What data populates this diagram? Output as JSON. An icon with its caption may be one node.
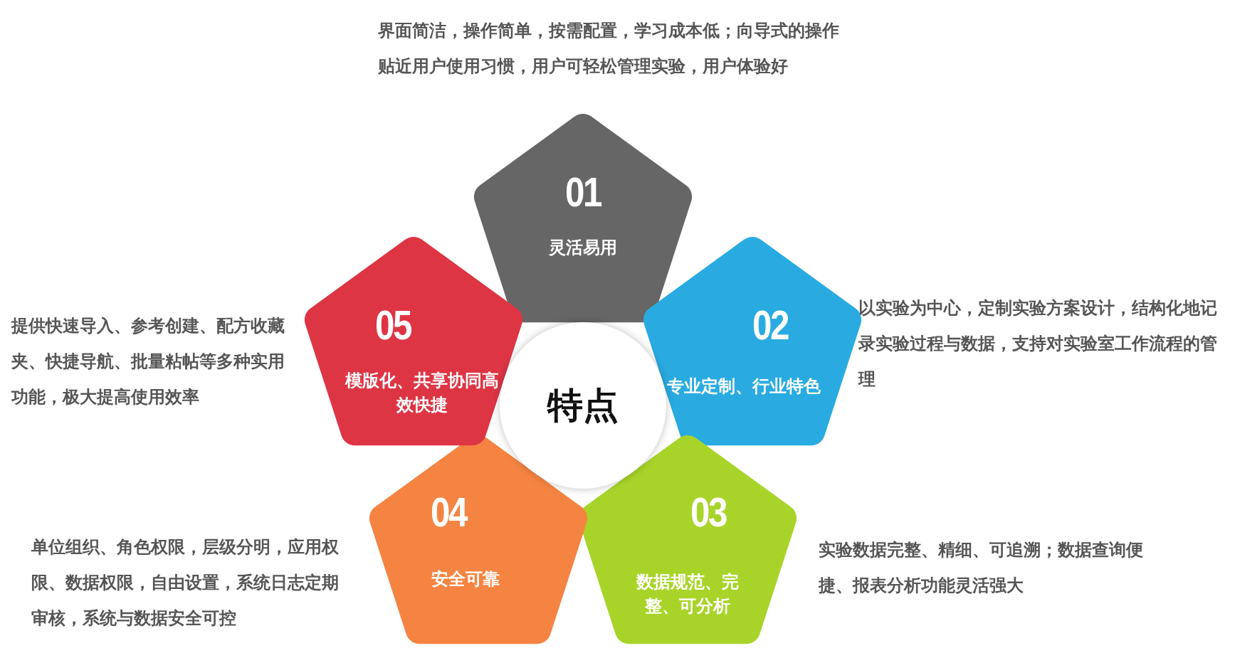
{
  "diagram": {
    "nodes": [
      {
        "text": [
          "特点"
        ]
      },
      {
        "text": [
          "01",
          "灵活易用"
        ],
        "beside": [
          "界面简洁，操作简单，按需配置，学习成本低；向导式的操作贴近用户使用习惯，用户可轻松管理实验，用户体验好"
        ]
      },
      {
        "text": [
          "02",
          "专业定制、行业特色"
        ],
        "beside": [
          "以实验为中心，定制实验方案设计，结构化地记录实验过程与数据，支持对实验室工作流程的管理"
        ]
      },
      {
        "text": [
          "03",
          "数据规范、完整、可分析"
        ],
        "beside": [
          "实验数据完整、精细、可追溯；数据查询便捷、报表分析功能灵活强大"
        ]
      },
      {
        "text": [
          "04",
          "安全可靠"
        ],
        "beside": [
          "单位组织、角色权限，层级分明，应用权限、数据权限，自由设置，系统日志定期审核，系统与数据安全可控"
        ]
      },
      {
        "text": [
          "05",
          "模版化、共享协同高效快捷"
        ],
        "beside": [
          "提供快速导入、参考创建、配方收藏夹、快捷导航、批量粘帖等多种实用功能，极大提高使用效率"
        ]
      }
    ]
  }
}
